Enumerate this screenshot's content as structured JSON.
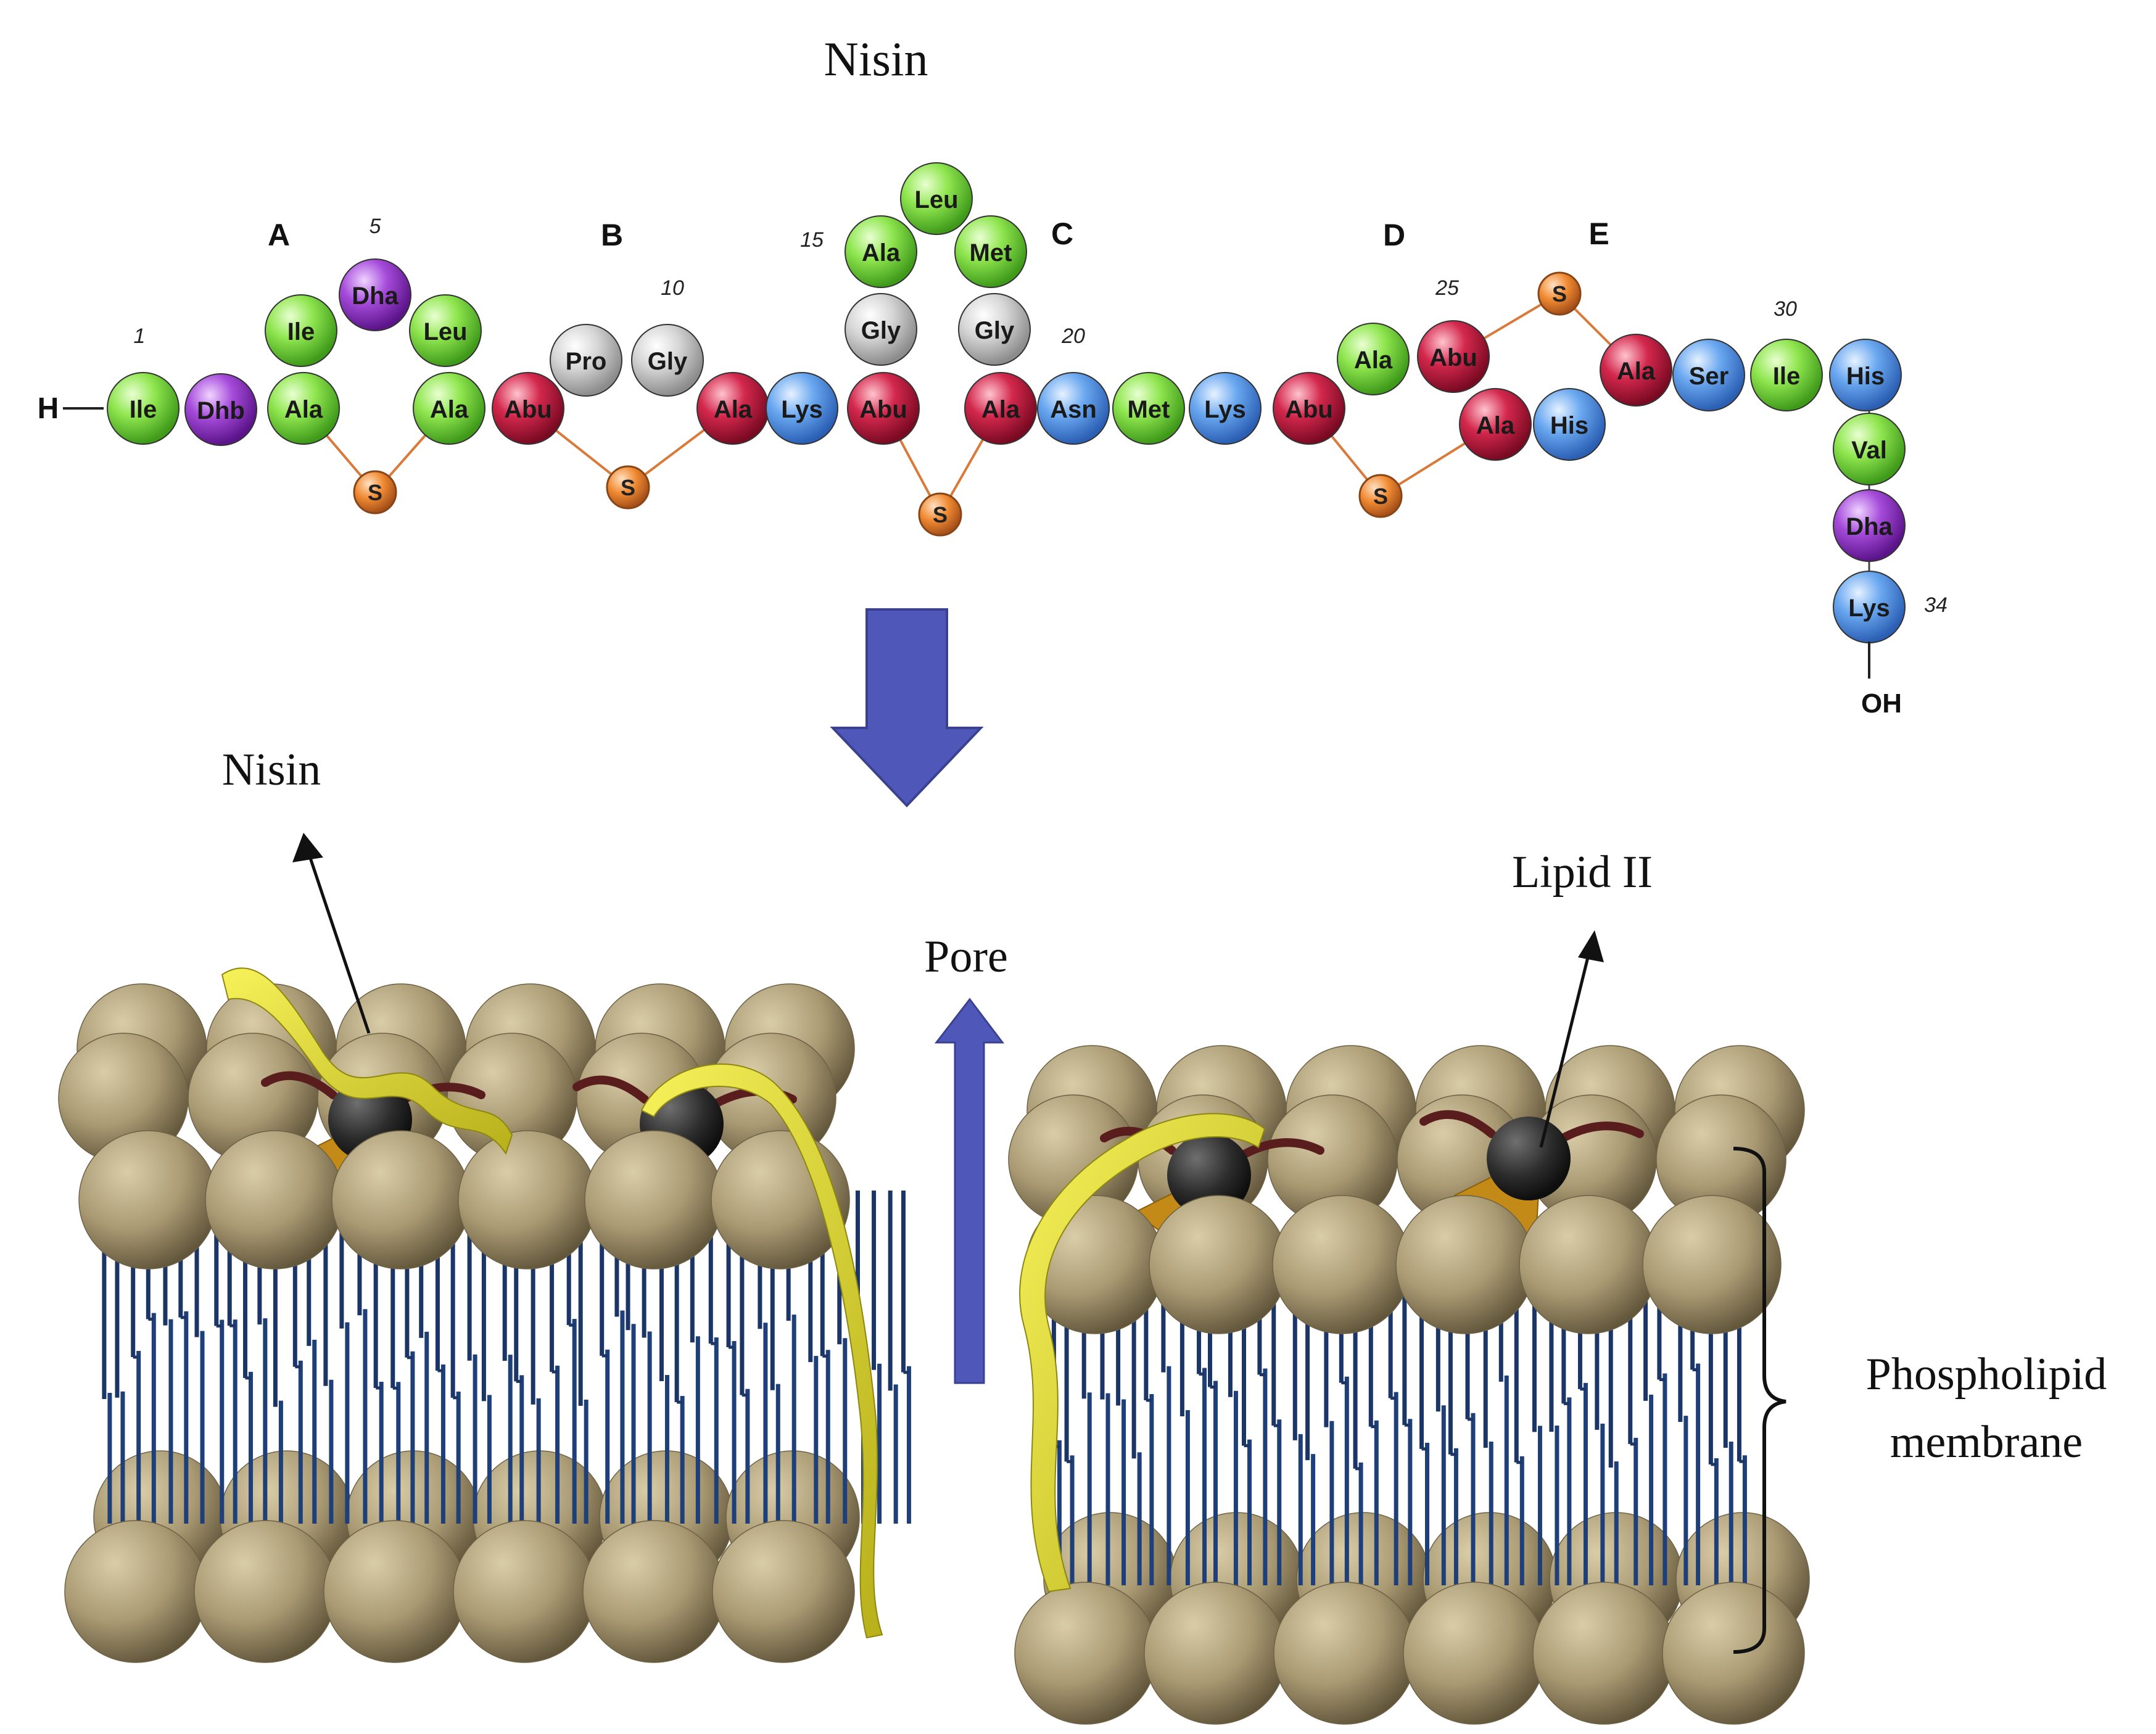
{
  "title": "Nisin",
  "terminals": {
    "n": "H",
    "c": "OH"
  },
  "ring_labels": [
    "A",
    "B",
    "C",
    "D",
    "E"
  ],
  "position_numbers": [
    "1",
    "5",
    "10",
    "15",
    "20",
    "25",
    "30",
    "34"
  ],
  "residues": [
    {
      "id": 1,
      "label": "Ile",
      "type": "green"
    },
    {
      "id": 2,
      "label": "Dhb",
      "type": "purple"
    },
    {
      "id": 3,
      "label": "Ala",
      "type": "green"
    },
    {
      "id": 4,
      "label": "Ile",
      "type": "green"
    },
    {
      "id": 5,
      "label": "Dha",
      "type": "purple"
    },
    {
      "id": 6,
      "label": "Leu",
      "type": "green"
    },
    {
      "id": 7,
      "label": "Ala",
      "type": "green"
    },
    {
      "id": 8,
      "label": "Abu",
      "type": "red"
    },
    {
      "id": 9,
      "label": "Pro",
      "type": "gray"
    },
    {
      "id": 10,
      "label": "Gly",
      "type": "gray"
    },
    {
      "id": 11,
      "label": "Ala",
      "type": "red"
    },
    {
      "id": 12,
      "label": "Lys",
      "type": "blue"
    },
    {
      "id": 13,
      "label": "Abu",
      "type": "red"
    },
    {
      "id": 14,
      "label": "Gly",
      "type": "gray"
    },
    {
      "id": 15,
      "label": "Ala",
      "type": "green"
    },
    {
      "id": 16,
      "label": "Leu",
      "type": "green"
    },
    {
      "id": 17,
      "label": "Met",
      "type": "green"
    },
    {
      "id": 18,
      "label": "Gly",
      "type": "gray"
    },
    {
      "id": 19,
      "label": "Ala",
      "type": "red"
    },
    {
      "id": 20,
      "label": "Asn",
      "type": "blue"
    },
    {
      "id": 21,
      "label": "Met",
      "type": "green"
    },
    {
      "id": 22,
      "label": "Lys",
      "type": "blue"
    },
    {
      "id": 23,
      "label": "Abu",
      "type": "red"
    },
    {
      "id": 24,
      "label": "Ala",
      "type": "green"
    },
    {
      "id": 25,
      "label": "Abu",
      "type": "red"
    },
    {
      "id": 26,
      "label": "Ala",
      "type": "red"
    },
    {
      "id": 27,
      "label": "His",
      "type": "blue"
    },
    {
      "id": 28,
      "label": "Ala",
      "type": "red"
    },
    {
      "id": 29,
      "label": "Ser",
      "type": "blue"
    },
    {
      "id": 30,
      "label": "Ile",
      "type": "green"
    },
    {
      "id": 31,
      "label": "His",
      "type": "blue"
    },
    {
      "id": 32,
      "label": "Val",
      "type": "green"
    },
    {
      "id": 33,
      "label": "Dha",
      "type": "purple"
    },
    {
      "id": 34,
      "label": "Lys",
      "type": "blue"
    }
  ],
  "sulfur_label": "S",
  "labels": {
    "nisin": "Nisin",
    "pore": "Pore",
    "lipid_ii": "Lipid II",
    "membrane_line1": "Phospholipid",
    "membrane_line2": "membrane"
  },
  "colors": {
    "green": "#86e34a",
    "purple": "#9b3fd1",
    "red": "#d0244a",
    "blue": "#5aa0ee",
    "gray": "#c9c9c9",
    "sulfur": "#f08a32",
    "arrow": "#4f58b8",
    "sphere": "#a99a73",
    "tail": "#1b3566",
    "nisin_ribbon": "#e8e23a"
  }
}
